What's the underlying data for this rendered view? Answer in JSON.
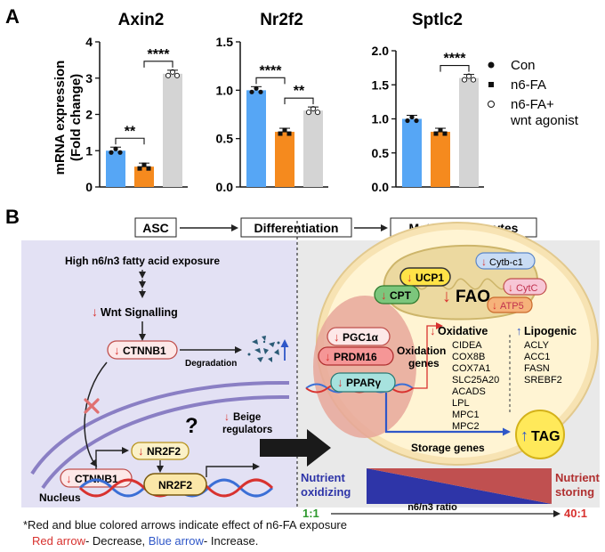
{
  "panel_a": {
    "label": "A",
    "ylabel_line1": "mRNA  expression",
    "ylabel_line2": "(Fold change)",
    "legend": {
      "con": "Con",
      "n6fa": "n6-FA",
      "wnt_line1": "n6-FA+",
      "wnt_line2": "wnt agonist"
    },
    "colors": {
      "con": "#56a6f5",
      "n6fa": "#f58a1e",
      "wnt": "#d4d4d4"
    }
  },
  "chart_data": [
    {
      "type": "bar",
      "title": "Axin2",
      "categories": [
        "Con",
        "n6-FA",
        "n6-FA+ wnt agonist"
      ],
      "values": [
        1.0,
        0.56,
        3.12
      ],
      "ylim": [
        0,
        4
      ],
      "yticks": [
        "0",
        "1",
        "2",
        "3",
        "4"
      ],
      "significance": [
        {
          "from": 0,
          "to": 1,
          "label": "**"
        },
        {
          "from": 1,
          "to": 2,
          "label": "****"
        }
      ]
    },
    {
      "type": "bar",
      "title": "Nr2f2",
      "categories": [
        "Con",
        "n6-FA",
        "n6-FA+ wnt agonist"
      ],
      "values": [
        1.0,
        0.57,
        0.79
      ],
      "ylim": [
        0,
        1.5
      ],
      "yticks": [
        "0.0",
        "0.5",
        "1.0",
        "1.5"
      ],
      "significance": [
        {
          "from": 0,
          "to": 1,
          "label": "****"
        },
        {
          "from": 1,
          "to": 2,
          "label": "**"
        }
      ]
    },
    {
      "type": "bar",
      "title": "Sptlc2",
      "categories": [
        "Con",
        "n6-FA",
        "n6-FA+ wnt agonist"
      ],
      "values": [
        1.0,
        0.81,
        1.6
      ],
      "ylim": [
        0,
        2.0
      ],
      "yticks": [
        "0.0",
        "0.5",
        "1.0",
        "1.5",
        "2.0"
      ],
      "significance": [
        {
          "from": 1,
          "to": 2,
          "label": "****"
        }
      ]
    }
  ],
  "panel_b": {
    "label": "B",
    "stage_asc": "ASC",
    "stage_diff": "Differentiation",
    "stage_mature": "Mature adipocytes",
    "exposure": "High n6/n3 fatty acid exposure",
    "wnt": "Wnt Signalling",
    "ctnnb1": "CTNNB1",
    "degradation": "Degradation",
    "nucleus": "Nucleus",
    "nr2f2": "NR2F2",
    "question": "?",
    "beige_line1": "Beige",
    "beige_line2": "regulators",
    "ucp1": "UCP1",
    "cpt": "CPT",
    "cytbc1": "Cytb-c1",
    "cytc": "CytC",
    "atp5": "ATP5",
    "fao": "FAO",
    "pgc1a": "PGC1α",
    "prdm16": "PRDM16",
    "ppary": "PPARγ",
    "oxidation_genes_line1": "Oxidation",
    "oxidation_genes_line2": "genes",
    "oxidative": "Oxidative",
    "oxidative_genes": [
      "CIDEA",
      "COX8B",
      "COX7A1",
      "SLC25A20",
      "ACADS",
      "LPL",
      "MPC1",
      "MPC2"
    ],
    "lipogenic": "Lipogenic",
    "lipogenic_genes": [
      "ACLY",
      "ACC1",
      "FASN",
      "SREBF2"
    ],
    "tag": "TAG",
    "storage_genes": "Storage genes",
    "nutrient_oxidizing_line1": "Nutrient",
    "nutrient_oxidizing_line2": "oxidizing",
    "nutrient_storing_line1": "Nutrient",
    "nutrient_storing_line2": "storing",
    "ratio_low": "1:1",
    "ratio_label": "n6/n3 ratio",
    "ratio_high": "40:1",
    "down_arrow": "↓",
    "up_arrow": "↑"
  },
  "footnote": {
    "line1": "*Red and blue colored arrows indicate effect of n6-FA exposure",
    "red_label": "Red arrow",
    "red_text": "- Decrease, ",
    "blue_label": "Blue arrow",
    "blue_text": "- Increase."
  }
}
